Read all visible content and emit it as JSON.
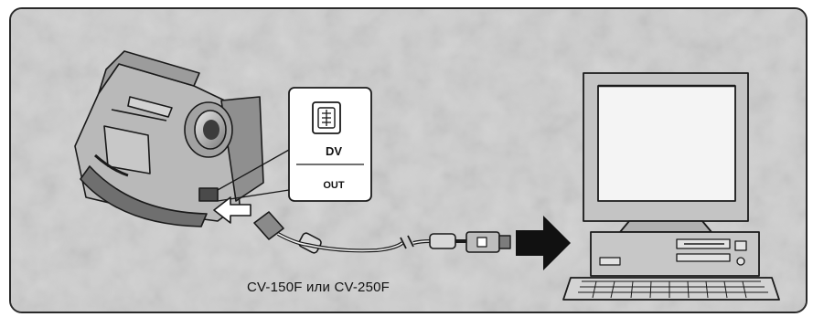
{
  "port": {
    "line1": "DV",
    "line2": "OUT"
  },
  "cable": {
    "caption": "CV-150F или CV-250F"
  },
  "colors": {
    "background": "#c9c9c9",
    "line": "#1a1a1a",
    "screen": "#f4f4f4"
  }
}
